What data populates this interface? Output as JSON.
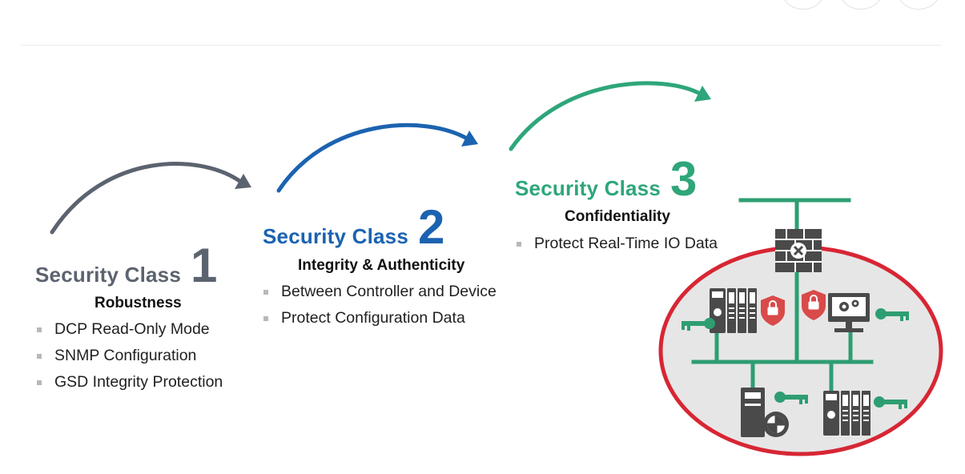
{
  "colors": {
    "class1": "#5c6370",
    "class2": "#1b63b0",
    "class3": "#2ea67a",
    "network": "#2e9e72",
    "zone_border": "#d72634",
    "zone_fill": "#e6e6e6",
    "shield": "#d94a4a",
    "device": "#4a4a4a"
  },
  "classes": [
    {
      "label": "Security Class",
      "number": "1",
      "subtitle": "Robustness",
      "items": [
        "DCP Read-Only Mode",
        "SNMP Configuration",
        "GSD Integrity Protection"
      ]
    },
    {
      "label": "Security Class",
      "number": "2",
      "subtitle": "Integrity & Authenticity",
      "items": [
        "Between Controller and Device",
        "Protect Configuration Data"
      ]
    },
    {
      "label": "Security Class",
      "number": "3",
      "subtitle": "Confidentiality",
      "items": [
        "Protect Real-Time IO Data"
      ]
    }
  ],
  "icons": {
    "firewall": "firewall-icon",
    "plc": "plc-rack-icon",
    "key": "key-icon",
    "shield": "shield-lock-icon",
    "workstation": "workstation-icon",
    "drive": "drive-device-icon"
  }
}
